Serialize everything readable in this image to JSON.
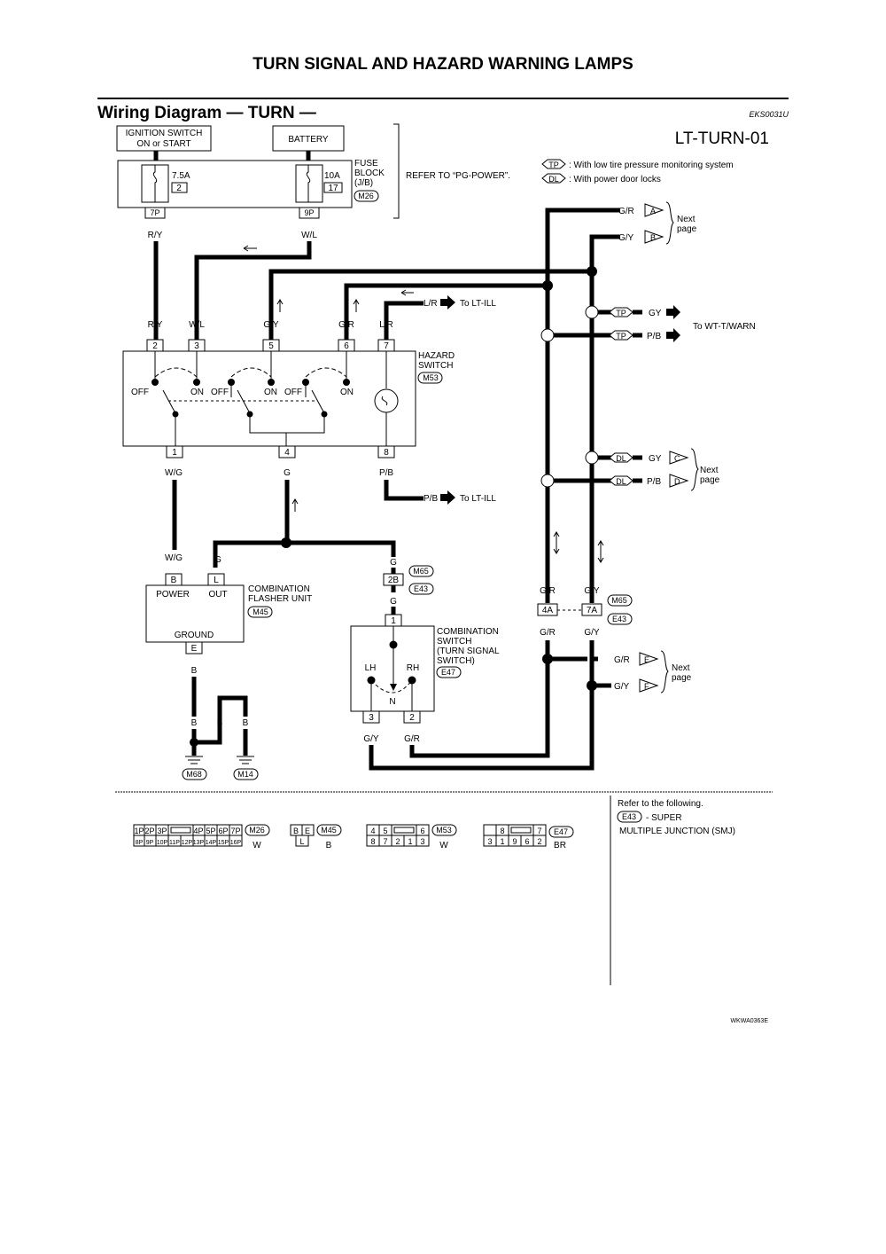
{
  "page_title": "TURN SIGNAL AND HAZARD WARNING LAMPS",
  "section_title": "Wiring Diagram — TURN —",
  "doc_code": "EKS0031U",
  "diagram_id": "LT-TURN-01",
  "footer_code": "WKWA0363E",
  "legend": {
    "tp_tag": "TP",
    "tp_desc": ": With low tire pressure monitoring system",
    "dl_tag": "DL",
    "dl_desc": ": With power door locks"
  },
  "power": {
    "ign_line1": "IGNITION SWITCH",
    "ign_line2": "ON or START",
    "battery": "BATTERY",
    "fuse1_amp": "7.5A",
    "fuse1_no": "2",
    "fuse2_amp": "10A",
    "fuse2_no": "17",
    "fuse_block_1": "FUSE",
    "fuse_block_2": "BLOCK",
    "fuse_block_3": "(J/B)",
    "fuse_block_conn": "M26",
    "refer": "REFER TO “PG-POWER”.",
    "pin_7p": "7P",
    "pin_9p": "9P"
  },
  "wires": {
    "ry": "R/Y",
    "wl": "W/L",
    "gy": "G/Y",
    "gr": "G/R",
    "lr": "L/R",
    "wg": "W/G",
    "g": "G",
    "pb": "P/B",
    "b": "B",
    "gy2": "GY"
  },
  "hazard": {
    "label1": "HAZARD",
    "label2": "SWITCH",
    "conn": "M53",
    "pin2": "2",
    "pin3": "3",
    "pin5": "5",
    "pin6": "6",
    "pin7": "7",
    "pin1": "1",
    "pin4": "4",
    "pin8": "8",
    "off": "OFF",
    "on": "ON"
  },
  "flasher": {
    "label1": "COMBINATION",
    "label2": "FLASHER UNIT",
    "conn": "M45",
    "power": "POWER",
    "out": "OUT",
    "ground": "GROUND",
    "pin_b": "B",
    "pin_l": "L",
    "pin_e": "E"
  },
  "combo_switch": {
    "label1": "COMBINATION",
    "label2": "SWITCH",
    "label3": "(TURN SIGNAL",
    "label4": "SWITCH)",
    "conn": "E47",
    "lh": "LH",
    "rh": "RH",
    "n": "N",
    "pin1": "1",
    "pin2": "2",
    "pin3": "3"
  },
  "junction": {
    "m65": "M65",
    "e43": "E43",
    "pin_2b": "2B",
    "pin_4a": "4A",
    "pin_7a": "7A"
  },
  "grounds": {
    "m68": "M68",
    "m14": "M14"
  },
  "refs": {
    "to_lt_ill": "To LT-ILL",
    "to_wt": "To WT-T/WARN",
    "next": "Next",
    "page": "page",
    "a": "A",
    "b": "B",
    "c": "C",
    "d": "D",
    "e": "E",
    "f": "F"
  },
  "connectors": {
    "m26_top": [
      "1P",
      "2P",
      "3P",
      "",
      "4P",
      "5P",
      "6P",
      "7P"
    ],
    "m26_bot": [
      "8P",
      "9P",
      "10P",
      "11P",
      "12P",
      "13P",
      "14P",
      "15P",
      "16P"
    ],
    "m26_name": "M26",
    "m26_color": "W",
    "m45_top": [
      "B",
      "E"
    ],
    "m45_bot": [
      "L"
    ],
    "m45_name": "M45",
    "m45_color": "B",
    "m53_top": [
      "4",
      "5",
      "",
      "6"
    ],
    "m53_bot": [
      "8",
      "7",
      "2",
      "1",
      "3"
    ],
    "m53_name": "M53",
    "m53_color": "W",
    "e47_top": [
      "",
      "8",
      "",
      "7"
    ],
    "e47_bot": [
      "3",
      "1",
      "9",
      "6",
      "2"
    ],
    "e47_name": "E47",
    "e47_color": "BR"
  },
  "refer_box": {
    "line1": "Refer to the following.",
    "tag": "E43",
    "line2": "- SUPER",
    "line3": "MULTIPLE JUNCTION (SMJ)"
  }
}
